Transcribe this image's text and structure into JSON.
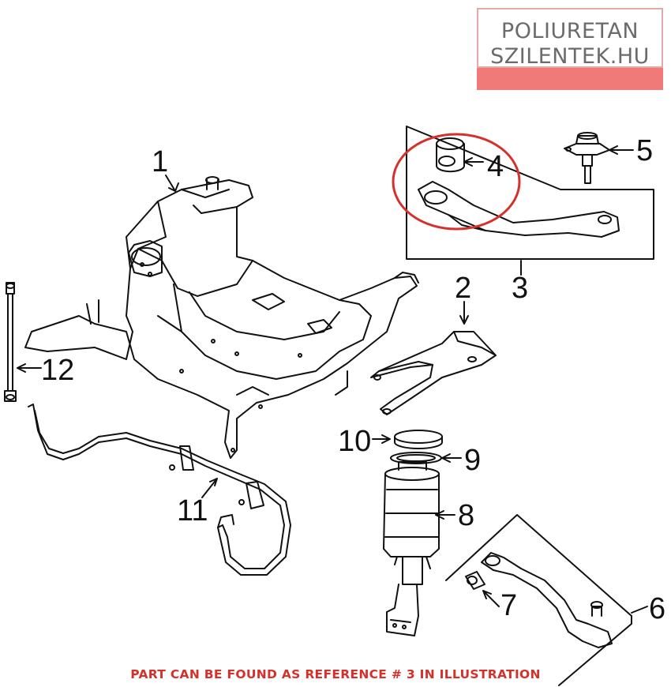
{
  "logo": {
    "line1": "POLIURETAN",
    "line2": "SZILENTEK.HU"
  },
  "callouts": [
    "1",
    "2",
    "3",
    "4",
    "5",
    "6",
    "7",
    "8",
    "9",
    "10",
    "11",
    "12"
  ],
  "caption": "PART CAN BE FOUND AS REFERENCE # 3 IN ILLUSTRATION",
  "colors": {
    "highlight_ring": "#d6302b",
    "caption": "#d6302b",
    "logo_text": "#6b6b6b"
  }
}
